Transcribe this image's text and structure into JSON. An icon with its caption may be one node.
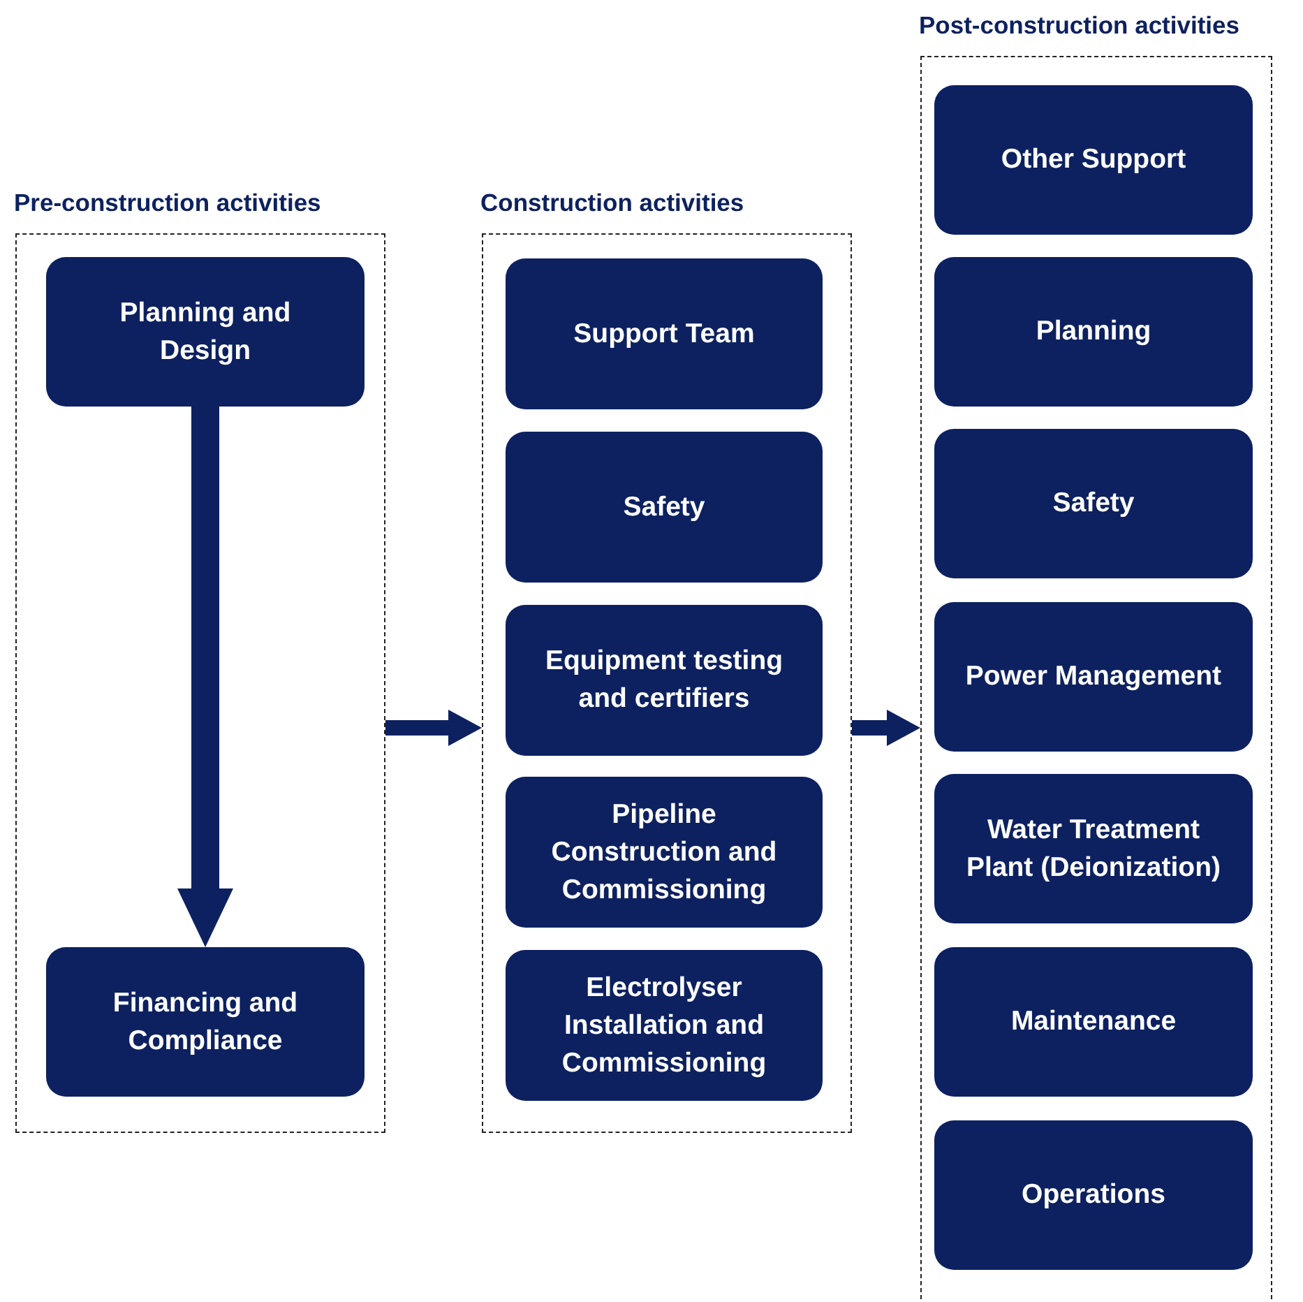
{
  "diagram": {
    "nodes": [
      {
        "text": [
          "Pre-construction activities"
        ]
      },
      {
        "text": [
          "Planning and Design"
        ],
        "in": 0
      },
      {
        "text": [
          "Financing and Compliance"
        ],
        "in": 0
      },
      {
        "text": [
          "Construction activities"
        ]
      },
      {
        "text": [
          "Support Team"
        ],
        "in": 3
      },
      {
        "text": [
          "Safety"
        ],
        "in": 3
      },
      {
        "text": [
          "Equipment testing and certifiers"
        ],
        "in": 3
      },
      {
        "text": [
          "Pipeline Construction and Commissioning"
        ],
        "in": 3
      },
      {
        "text": [
          "Electrolyser Installation and Commissioning"
        ],
        "in": 3
      },
      {
        "text": [
          "Post-construction activities"
        ]
      },
      {
        "text": [
          "Other Support"
        ],
        "in": 9
      },
      {
        "text": [
          "Planning"
        ],
        "in": 9
      },
      {
        "text": [
          "Safety"
        ],
        "in": 9
      },
      {
        "text": [
          "Power Management"
        ],
        "in": 9
      },
      {
        "text": [
          "Water Treatment Plant (Deionization)"
        ],
        "in": 9
      },
      {
        "text": [
          "Maintenance"
        ],
        "in": 9
      },
      {
        "text": [
          "Operations"
        ],
        "in": 9
      }
    ],
    "edges": [
      {
        "from": 1,
        "to": 2,
        "arrow": "to",
        "style": "thick"
      },
      {
        "from": 0,
        "to": 3,
        "arrow": "to"
      },
      {
        "from": 3,
        "to": 9,
        "arrow": "to"
      }
    ]
  }
}
